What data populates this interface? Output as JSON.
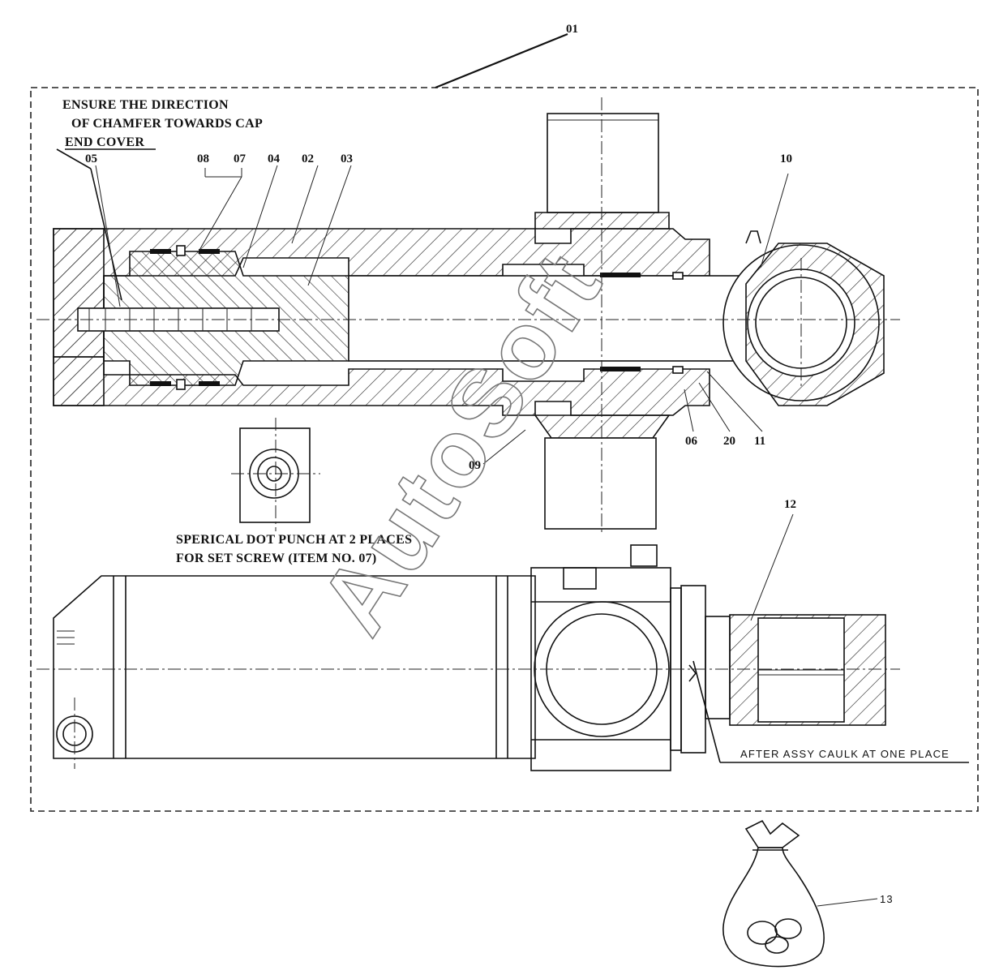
{
  "callouts": {
    "c01": "01",
    "c02": "02",
    "c03": "03",
    "c04": "04",
    "c05": "05",
    "c06": "06",
    "c07": "07",
    "c08": "08",
    "c09": "09",
    "c10": "10",
    "c11": "11",
    "c12": "12",
    "c13": "13",
    "c20": "20"
  },
  "notes": {
    "chamfer_line1": "ENSURE THE DIRECTION",
    "chamfer_line2": "OF CHAMFER TOWARDS CAP",
    "chamfer_line3": "END COVER",
    "punch_line1": "SPERICAL DOT PUNCH AT 2 PLACES",
    "punch_line2": "FOR SET SCREW (ITEM NO. 07)",
    "caulk": "AFTER ASSY CAULK AT ONE PLACE"
  },
  "watermark": "AutoSoft",
  "colors": {
    "ink": "#111111",
    "paper": "#ffffff",
    "watermark_outline": "#777777"
  }
}
